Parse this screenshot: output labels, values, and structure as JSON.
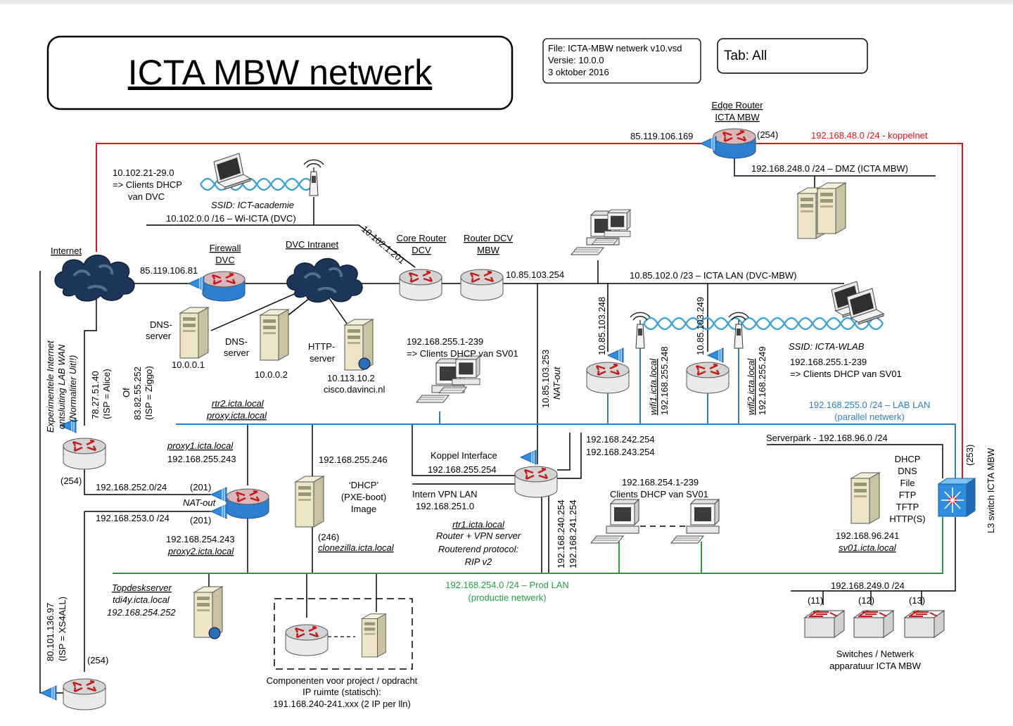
{
  "title": "ICTA MBW netwerk",
  "file_info": [
    "File: ICTA-MBW netwerk v10.vsd",
    "Versie: 10.0.0",
    "3 oktober 2016"
  ],
  "tab": "Tab: All",
  "colors": {
    "koppelnet": "#e0121b",
    "lab_lan": "#2d7fc1",
    "prod_lan": "#1fa142",
    "line": "#000000",
    "router_top": "#cfcfcf",
    "router_red_top": "#c9a5a8",
    "router_blue_body": "#2f7fd0",
    "cloud": "#1d3558",
    "switch_l3": "#2f8ee0"
  },
  "labels": {
    "edge_router": [
      "Edge Router",
      "ICTA MBW"
    ],
    "edge_ip": "85.119.106.169",
    "edge_254": "(254)",
    "koppelnet": "192.168.48.0 /24 - koppelnet",
    "dmz": "192.168.248.0 /24 – DMZ (ICTA MBW)",
    "wifi_dvc_clients": [
      "10.102.21-29.0",
      "=> Clients DHCP",
      "van DVC"
    ],
    "ssid_ict": "SSID: ICT-academie",
    "wi_icta": "10.102.0.0 /16 – Wi-ICTA (DVC)",
    "core_ip_diag": "10.102.1.201",
    "internet": "Internet",
    "firewall": [
      "Firewall",
      "DVC"
    ],
    "firewall_ip": "85.119.106.81",
    "dvc_intranet": "DVC Intranet",
    "core_router": [
      "Core Router",
      "DCV"
    ],
    "router_dcv": [
      "Router DCV",
      "MBW"
    ],
    "router_dcv_ip": "10.85.103.254",
    "icta_lan": "10.85.102.0 /23 – ICTA LAN (DVC-MBW)",
    "dns1": [
      "DNS-",
      "server"
    ],
    "dns1_ip": "10.0.0.1",
    "dns2": [
      "DNS-",
      "server"
    ],
    "dns2_ip": "10.0.0.2",
    "http": [
      "HTTP-",
      "server"
    ],
    "http_ip": "10.113.10.2",
    "http_host": "cisco.davinci.nl",
    "lab_wan": [
      "Experimentele Internet",
      "ontsluiting LAB WAN",
      "(Normaliter Uit!!)"
    ],
    "alice": [
      "78.27.51.40",
      "(ISP = Alice)"
    ],
    "ziggo": [
      "Of",
      "83.82.55.252",
      "(ISP = Ziggo)"
    ],
    "sv01_clients": [
      "192.168.255.1-239",
      "=> Clients DHCP van SV01"
    ],
    "nat_vert": [
      "10.85.103.253",
      "NAT-out"
    ],
    "wifi1_vert": [
      "10.85.103.248"
    ],
    "wifi1_lbl": [
      "wifi1.icta.local",
      "192.168.255.248"
    ],
    "wifi2_vert": [
      "10.85.103.249"
    ],
    "wifi2_lbl": [
      "wifi2.icta.local",
      "192.168.255.249"
    ],
    "ssid_wlab": "SSID: ICTA-WLAB",
    "wlab_clients": [
      "192.168.255.1-239",
      "=> Clients DHCP van SV01"
    ],
    "lab_lan": [
      "192.168.255.0 /24 – LAB LAN",
      "(parallel netwerk)"
    ],
    "rtr2": [
      "rtr2.icta.local",
      "proxy.icta.local"
    ],
    "proxy1": [
      "proxy1.icta.local",
      "192.168.255.243"
    ],
    "router_254": "(254)",
    "net_252": "192.168.252.0/24",
    "p201a": "(201)",
    "nat_out": "NAT-out",
    "net_253": "192.168.253.0 /24",
    "p201b": "(201)",
    "proxy2": [
      "192.168.254.243",
      "proxy2.icta.local"
    ],
    "dhcp_ip": "192.168.255.246",
    "dhcp_img": [
      "‘DHCP’",
      "(PXE-boot)",
      "Image"
    ],
    "p246": "(246)",
    "clonezilla": "clonezilla.icta.local",
    "koppel": [
      "Koppel Interface",
      "192.168.255.254"
    ],
    "vpn": [
      "Intern VPN LAN",
      "192.168.251.0"
    ],
    "rtr1": [
      "rtr1.icta.local",
      "Router + VPN server",
      "Routerend protocol:",
      "RIP v2"
    ],
    "ips_242": [
      "192.168.242.254",
      "192.168.243.254"
    ],
    "ips_240_vert": [
      "192.168.240.254",
      "192.168.241.254"
    ],
    "prod_clients": [
      "192.168.254.1-239",
      "Clients DHCP van SV01"
    ],
    "serverpark": "Serverpark - 192.168.96.0 /24",
    "services": [
      "DHCP",
      "DNS",
      "File",
      "FTP",
      "TFTP",
      "HTTP(S)"
    ],
    "sv01": [
      "192.168.96.241",
      "sv01.icta.local"
    ],
    "p253": "(253)",
    "l3switch": "L3 switch ICTA MBW",
    "prod_lan": [
      "192.168.254.0 /24 – Prod LAN",
      "(productie netwerk)"
    ],
    "topdesk": [
      "Topdeskserver",
      "tdi4y.icta.local",
      "192.168.254.252"
    ],
    "net_249": "192.168.249.0 /24",
    "sw_nums": [
      "(11)",
      "(12)",
      "(13)"
    ],
    "switches": [
      "Switches / Netwerk",
      "apparatuur ICTA MBW"
    ],
    "xs4all": [
      "80.101.136.97",
      "(ISP = XS4ALL)"
    ],
    "p254c": "(254)",
    "componenten": [
      "Componenten voor project / opdracht",
      "IP ruimte (statisch):",
      "191.168.240-241.xxx (2 IP per lln)"
    ]
  }
}
